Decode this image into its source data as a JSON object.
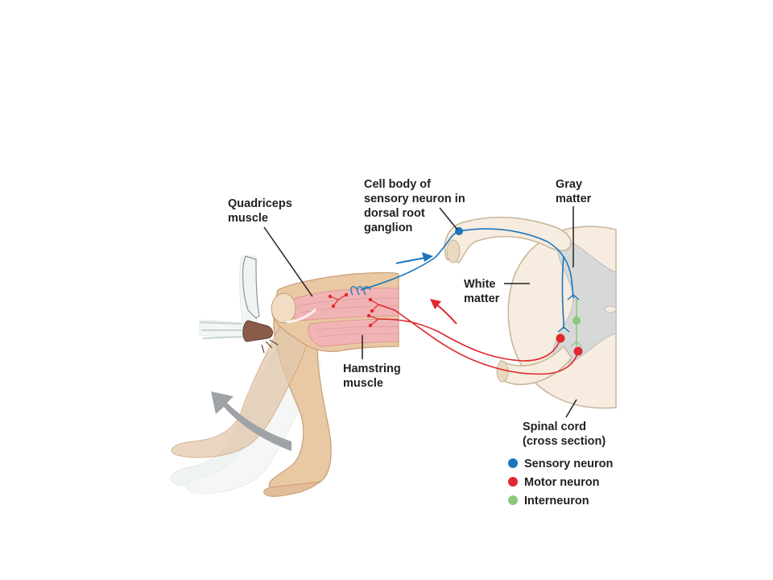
{
  "labels": {
    "quadriceps": [
      "Quadriceps",
      "muscle"
    ],
    "cell_body": [
      "Cell body of",
      "sensory neuron in",
      "dorsal root",
      "ganglion"
    ],
    "gray_matter": [
      "Gray",
      "matter"
    ],
    "white_matter": [
      "White",
      "matter"
    ],
    "hamstring": [
      "Hamstring",
      "muscle"
    ],
    "spinal_cord": [
      "Spinal cord",
      "(cross section)"
    ]
  },
  "legend": [
    {
      "label": "Sensory neuron",
      "color": "#1b75bc"
    },
    {
      "label": "Motor neuron",
      "color": "#e0282e"
    },
    {
      "label": "Interneuron",
      "color": "#8dc97c"
    }
  ],
  "colors": {
    "skin": "#e9c8a4",
    "skin_shadow": "#c99e78",
    "muscle": "#f0b4b4",
    "cord_white": "#f6ecdf",
    "cord_gray": "#d7d9d9",
    "arrow_gray": "#9fa2a6",
    "hammer": "#8a5a4a"
  }
}
